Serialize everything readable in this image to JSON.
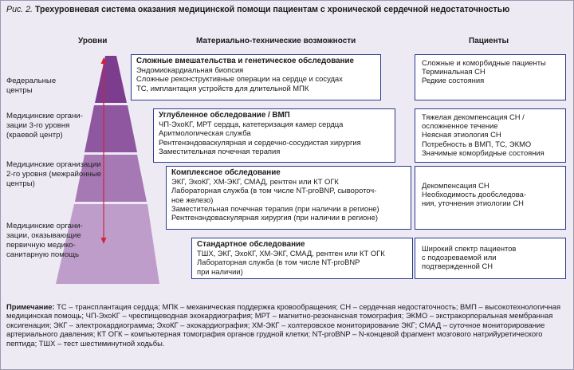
{
  "caption": {
    "label": "Рис. 2.",
    "title": "Трехуровневая система оказания медицинской помощи пациентам с хронической сердечной недостаточностью"
  },
  "headers": {
    "levels": "Уровни",
    "resources": "Материально-технические возможности",
    "patients": "Пациенты"
  },
  "levels": [
    {
      "lines": [
        "Федеральные",
        "центры"
      ]
    },
    {
      "lines": [
        "Медицинские органи-",
        "зации 3-го уровня",
        "(краевой центр)"
      ]
    },
    {
      "lines": [
        "Медицинские организации",
        "2-го уровня (межрайонные",
        "центры)"
      ]
    },
    {
      "lines": [
        "Медицинские органи-",
        "зации, оказывающие",
        "первичную медико-",
        "санитарную помощь"
      ]
    }
  ],
  "pyramid_colors": [
    "#7c3d8f",
    "#8f579f",
    "#a678b4",
    "#bf9dcb"
  ],
  "resources": [
    {
      "heading": "Сложные вмешательства и генетическое обследование",
      "lines": [
        "Эндомиокардиальная биопсия",
        "Сложные реконструктивные операции на сердце и сосудах",
        "ТС, имплантация устройств для длительной МПК"
      ]
    },
    {
      "heading": "Углубленное обследование / ВМП",
      "lines": [
        "ЧП-ЭхоКГ, МРТ сердца, катетеризация камер сердца",
        "Аритмологическая служба",
        "Рентгенэндоваскулярная и сердечно-сосудистая хирургия",
        "Заместительная почечная терапия"
      ]
    },
    {
      "heading": "Комплексное обследование",
      "lines": [
        "ЭКГ, ЭхоКГ, ХМ-ЭКГ, СМАД, рентген или КТ ОГК",
        "Лабораторная служба (в том числе NT-proBNP, сывороточ-",
        "ное железо)",
        "Заместительная почечная терапия (при наличии в регионе)",
        "Рентгенэндоваскулярная хирургия (при наличии в регионе)"
      ]
    },
    {
      "heading": "Стандартное обследование",
      "lines": [
        "ТШХ, ЭКГ, ЭхоКГ, ХМ-ЭКГ, СМАД, рентген или КТ ОГК",
        "Лабораторная служба (в том числе NT-proBNP",
        "при наличии)"
      ]
    }
  ],
  "patients": [
    {
      "lines": [
        "Сложные и коморбидные пациенты",
        "Терминальная СН",
        "Редкие состояния"
      ]
    },
    {
      "lines": [
        "Тяжелая декомпенсация СН /",
        "осложненное течение",
        "Неясная этиология СН",
        "Потребность в ВМП, ТС, ЭКМО",
        "Значимые коморбидные состояния"
      ]
    },
    {
      "lines": [
        "Декомпенсация СН",
        "Необходимость дообследова-",
        "ния, уточнения этиологии СН"
      ]
    },
    {
      "lines": [
        "Широкий спектр пациентов",
        "с подозреваемой или",
        "подтвержденной СН"
      ]
    }
  ],
  "notes": {
    "heading": "Примечание:",
    "text": " ТС – трансплантация сердца; МПК – механическая поддержка кровообращения; СН – сердечная недостаточность; ВМП – высокотехнологичная медицинская помощь; ЧП-ЭхоКГ – чреспищеводная эхокардиография; МРТ – магнитно-резонансная томография; ЭКМО – экстракорпоральная мембранная оксигенация; ЭКГ – электрокардиограмма; ЭхоКГ – эхокардиография; ХМ-ЭКГ – холтеровское мониторирование ЭКГ; СМАД – суточное мониторирование артериального давления; КТ ОГК – компьютерная томография органов грудной клетки; NT-proBNP – N-концевой фрагмент мозгового натрийуретического пептида; ТШХ – тест шестиминутной ходьбы."
  },
  "arrow_color": "#d2233a",
  "border_color": "#2c3a8c"
}
